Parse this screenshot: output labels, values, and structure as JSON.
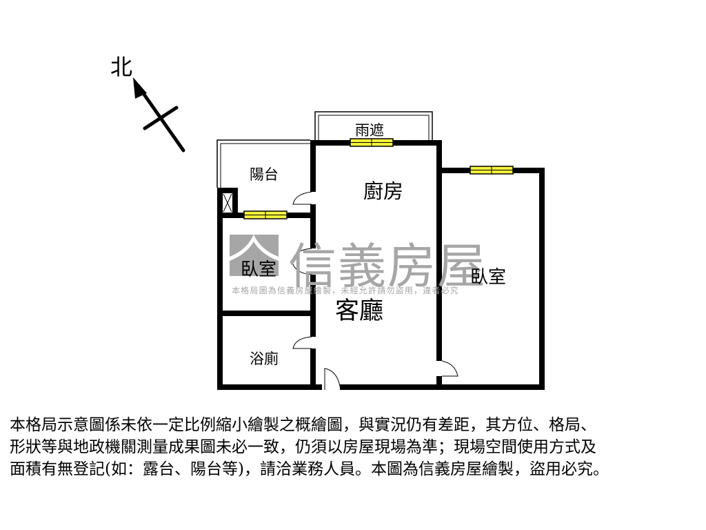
{
  "compass": {
    "north_label": "北",
    "icon": "north-arrow-icon"
  },
  "rooms": {
    "canopy": "雨遮",
    "balcony": "陽台",
    "kitchen": "廚房",
    "bedroom_left": "臥室",
    "bedroom_right": "臥室",
    "living_room": "客廳",
    "bathroom": "浴廁"
  },
  "watermark": {
    "brand": "信義房屋",
    "notice": "本格局圖為信義房屋繪製，未經允許請勿盜用，違者必究",
    "color": "#a6a6a6"
  },
  "colors": {
    "wall": "#000000",
    "window_fill": "#f2f23a",
    "watermark": "#a6a6a6"
  },
  "disclaimer": {
    "lines": [
      "本格局示意圖係未依一定比例縮小繪製之概繪圖，與實況仍有差距，其方位、格局、",
      "形狀等與地政機關測量成果圖未必一致，仍須以房屋現場為準；現場空間使用方式及",
      "面積有無登記(如：露台、陽台等)，請洽業務人員。本圖為信義房屋繪製，盜用必究。"
    ]
  }
}
